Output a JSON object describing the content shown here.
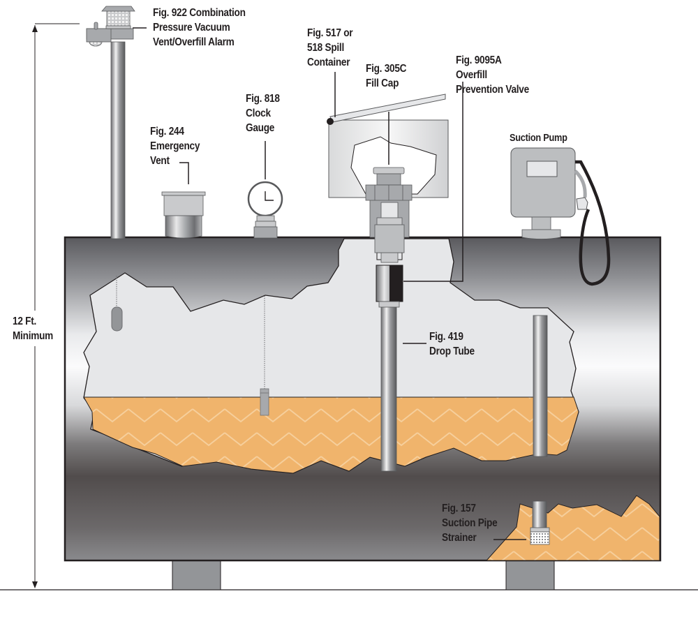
{
  "diagram": {
    "title": "Aboveground storage tank with suction pump installation",
    "colors": {
      "fuel": "#f0b46c",
      "fuel_pattern": "#f6cf9c",
      "tank_dark": "#545050",
      "tank_light": "#f4f4f5",
      "cutaway_interior": "#e6e7e9",
      "component_gray": "#a7a9ac",
      "outline": "#231f20"
    },
    "labels": {
      "vent_alarm": [
        "Fig. 922 Combination",
        "Pressure Vacuum",
        "Vent/Overfill Alarm"
      ],
      "spill_container": [
        "Fig. 517 or",
        "518 Spill",
        "Container"
      ],
      "fill_cap": [
        "Fig. 305C",
        "Fill Cap"
      ],
      "overfill_valve": [
        "Fig. 9095A",
        "Overfill",
        "Prevention Valve"
      ],
      "emergency_vent": [
        "Fig. 244",
        "Emergency",
        "Vent"
      ],
      "clock_gauge": [
        "Fig. 818",
        "Clock",
        "Gauge"
      ],
      "suction_pump": [
        "Suction Pump"
      ],
      "drop_tube": [
        "Fig. 419",
        "Drop Tube"
      ],
      "height_dimension": [
        "12 Ft.",
        "Minimum"
      ],
      "strainer": [
        "Fig. 157",
        "Suction Pipe",
        "Strainer"
      ]
    }
  }
}
